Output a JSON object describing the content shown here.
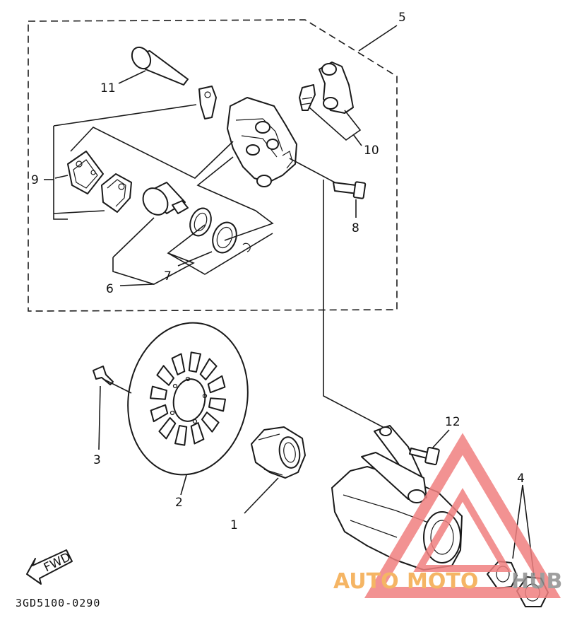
{
  "diagram_code": "3GD5100-0290",
  "fwd_label": "FWD",
  "callouts": {
    "c1": "1",
    "c2": "2",
    "c3": "3",
    "c4": "4",
    "c5": "5",
    "c6": "6",
    "c7": "7",
    "c8": "8",
    "c9": "9",
    "c10": "10",
    "c11": "11",
    "c12": "12"
  },
  "watermark": {
    "text_a": "AUTO",
    "text_b": "MOTO",
    "text_c": "HUB",
    "colors": {
      "orange": "#f4a94a",
      "red": "#f08080",
      "grey": "#8f8f8f"
    }
  }
}
